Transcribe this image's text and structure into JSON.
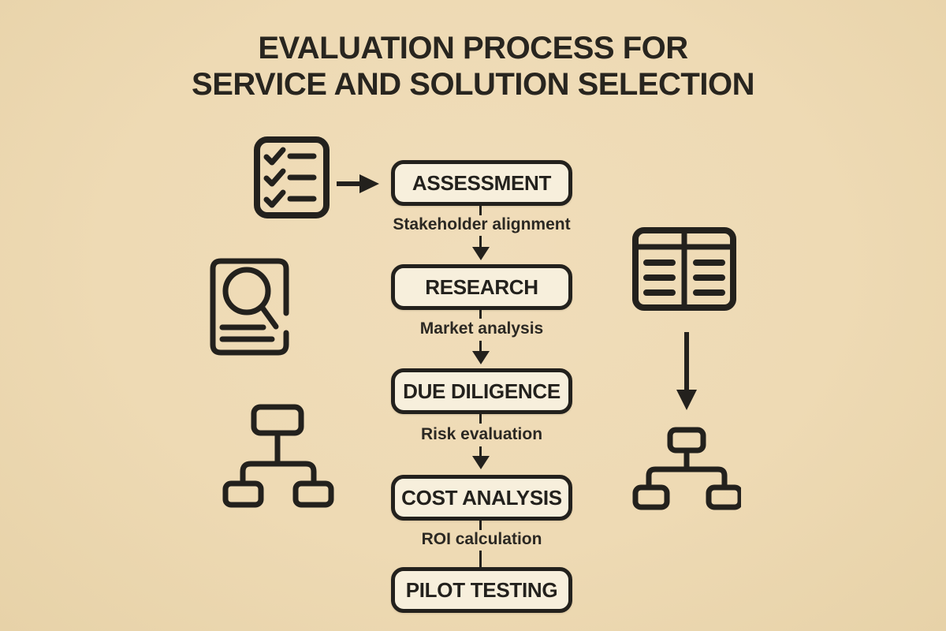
{
  "title": {
    "line1": "EVALUATION PROCESS FOR",
    "line2": "SERVICE AND SOLUTION SELECTION"
  },
  "flow": {
    "stages": [
      {
        "label": "ASSESSMENT"
      },
      {
        "label": "RESEARCH"
      },
      {
        "label": "DUE DILIGENCE"
      },
      {
        "label": "COST ANALYSIS"
      },
      {
        "label": "PILOT TESTING"
      }
    ],
    "connectors": [
      {
        "label": "Stakeholder alignment",
        "arrowhead": true
      },
      {
        "label": "Market analysis",
        "arrowhead": true
      },
      {
        "label": "Risk evaluation",
        "arrowhead": true
      },
      {
        "label": "ROI calculation",
        "arrowhead": false
      }
    ]
  },
  "icons": {
    "left": [
      "checklist-document-icon",
      "document-search-icon",
      "org-chart-icon"
    ],
    "center": [
      "right-arrow-icon"
    ],
    "right": [
      "data-table-icon",
      "down-arrow-icon",
      "org-chart-icon"
    ]
  },
  "colors": {
    "background": "#eedab4",
    "box_fill": "#f7efdc",
    "ink": "#23211d"
  }
}
